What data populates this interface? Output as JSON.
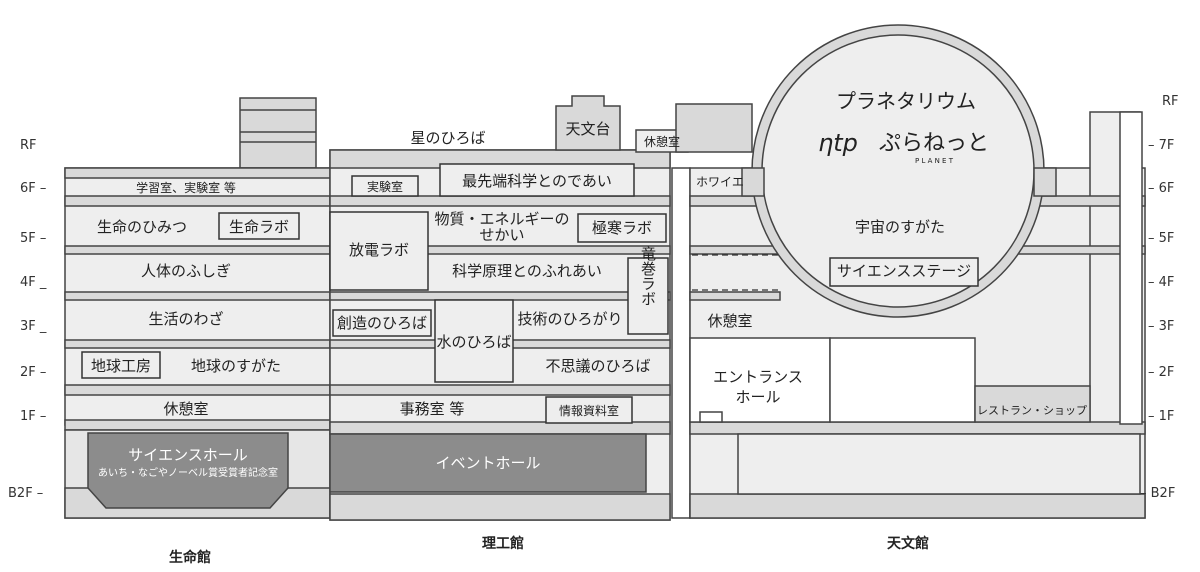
{
  "floors_left": [
    "RF",
    "6F –",
    "5F –",
    "4F _",
    "3F _",
    "2F –",
    "1F –",
    "B2F –"
  ],
  "floors_right": [
    "RF",
    "– 7F",
    "– 6F",
    "– 5F",
    "– 4F",
    "– 3F",
    "– 2F",
    "– 1F",
    "– B2F"
  ],
  "buildings": {
    "life": "生命館",
    "science": "理工館",
    "astro": "天文館"
  },
  "life_hall": {
    "study_rooms": "学習室、実験室 等",
    "life_secret": "生命のひみつ",
    "life_lab": "生命ラボ",
    "human_body": "人体のふしぎ",
    "life_skills": "生活のわざ",
    "earth_workshop": "地球工房",
    "earth_shape": "地球のすがた",
    "lounge": "休憩室",
    "science_hall": "サイエンスホール",
    "nobel_room": "あいち・なごやノーベル賞受賞者記念室"
  },
  "science_hall_bld": {
    "star_plaza": "星のひろば",
    "lab": "実験室",
    "frontier": "最先端科学とのであい",
    "discharge_lab": "放電ラボ",
    "matter_energy_1": "物質・エネルギーの",
    "matter_energy_2": "せかい",
    "cryo_lab": "極寒ラボ",
    "principles": "科学原理とのふれあい",
    "tornado_lab": "竜巻ラボ",
    "creation_plaza": "創造のひろば",
    "water_plaza": "水のひろば",
    "tech_plaza": "技術のひろがり",
    "wonder_plaza": "不思議のひろば",
    "office": "事務室 等",
    "info_room": "情報資料室",
    "event_hall": "イベントホール"
  },
  "astro_hall": {
    "observatory": "天文台",
    "lounge_top": "休憩室",
    "foyer": "ホワイエ",
    "lounge_mid": "休憩室",
    "entrance_1": "エントランス",
    "entrance_2": "ホール",
    "planetarium": "プラネタリウム",
    "logo_text": "ぷらねっと",
    "logo_sub": "P L A N E T",
    "universe": "宇宙のすがた",
    "science_stage": "サイエンスステージ",
    "restaurant": "レストラン・ショップ"
  },
  "colors": {
    "shade": "#d9d9d9",
    "dark": "#8c8c8c",
    "line": "#444444",
    "fill": "#efefef"
  }
}
